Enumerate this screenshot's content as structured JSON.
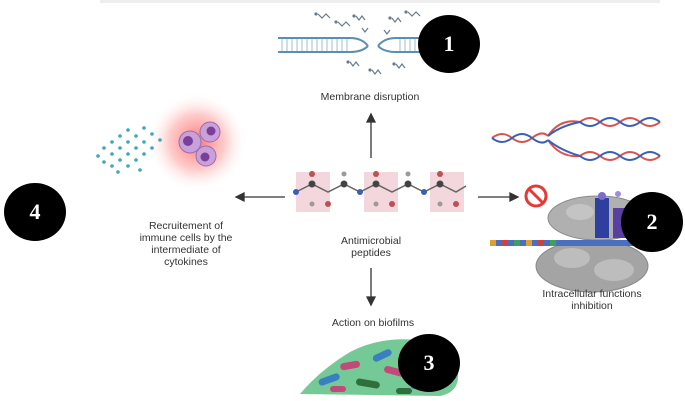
{
  "diagram": {
    "center": {
      "label": "Antimicrobial\npeptides"
    },
    "mechanisms": [
      {
        "number": "1",
        "label": "Membrane disruption"
      },
      {
        "number": "2",
        "label": "Intracellular functions\ninhibition"
      },
      {
        "number": "3",
        "label": "Action on biofilms"
      },
      {
        "number": "4",
        "label": "Recruitement of\nimmune cells by the\nintermediate of\ncytokines"
      }
    ]
  },
  "colors": {
    "membrane": "#5b8fb0",
    "dna_red": "#d9534f",
    "dna_blue": "#3b5fb3",
    "biofilm_green": "#3fae6a",
    "immune_glow": "#ff5a5a",
    "prohibit_red": "#e53935",
    "ribosome_gray": "#9e9e9e",
    "peptide_pink": "#f3d7dc",
    "badge": "#000000"
  }
}
